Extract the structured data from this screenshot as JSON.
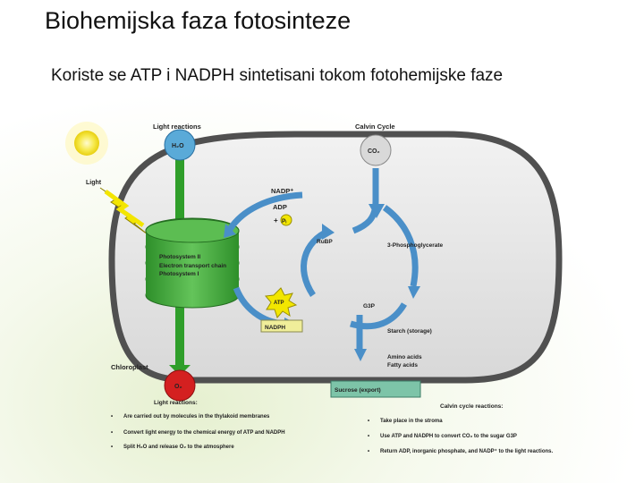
{
  "slide": {
    "title": "Biohemijska faza fotosinteze",
    "subtitle": "Koriste se ATP i NADPH sintetisani tokom fotohemijske faze"
  },
  "diagram": {
    "light_reactions_header": "Light reactions",
    "calvin_cycle_header": "Calvin Cycle",
    "h2o": "H₂O",
    "co2": "CO₂",
    "light": "Light",
    "nadp": "NADP⁺",
    "adp": "ADP",
    "plus": "+",
    "pi": "Pᵢ",
    "rubp": "RuBP",
    "pga": "3-Phosphoglycerate",
    "ps2": "Photosystem II",
    "etc": "Electron transport chain",
    "ps1": "Photosystem I",
    "atp": "ATP",
    "nadph": "NADPH",
    "g3p": "G3P",
    "starch": "Starch (storage)",
    "amino": "Amino acids",
    "fatty": "Fatty acids",
    "chloroplast": "Chloroplast",
    "o2": "O₂",
    "sucrose": "Sucrose (export)",
    "light_reactions_list_header": "Light reactions:",
    "light_reactions_items": [
      "Are carried out by molecules in the thylakoid membranes",
      "Convert light energy to the chemical energy of ATP and NADPH",
      "Split H₂O and release O₂ to the atmosphere"
    ],
    "calvin_list_header": "Calvin cycle reactions:",
    "calvin_items": [
      "Take place in the stroma",
      "Use ATP and NADPH to convert CO₂ to the sugar G3P",
      "Return ADP, inorganic phosphate, and NADP⁺ to the light reactions."
    ],
    "colors": {
      "thylakoid": "#3aa535",
      "arrow_blue": "#4a8fc8",
      "membrane": "#5a5a5a",
      "h2o_circle": "#5aaad8",
      "o2_circle": "#d42020",
      "atp_star": "#f2e600",
      "label_box": "#f0ee9a",
      "sucrose_box": "#7dc4a8"
    }
  }
}
